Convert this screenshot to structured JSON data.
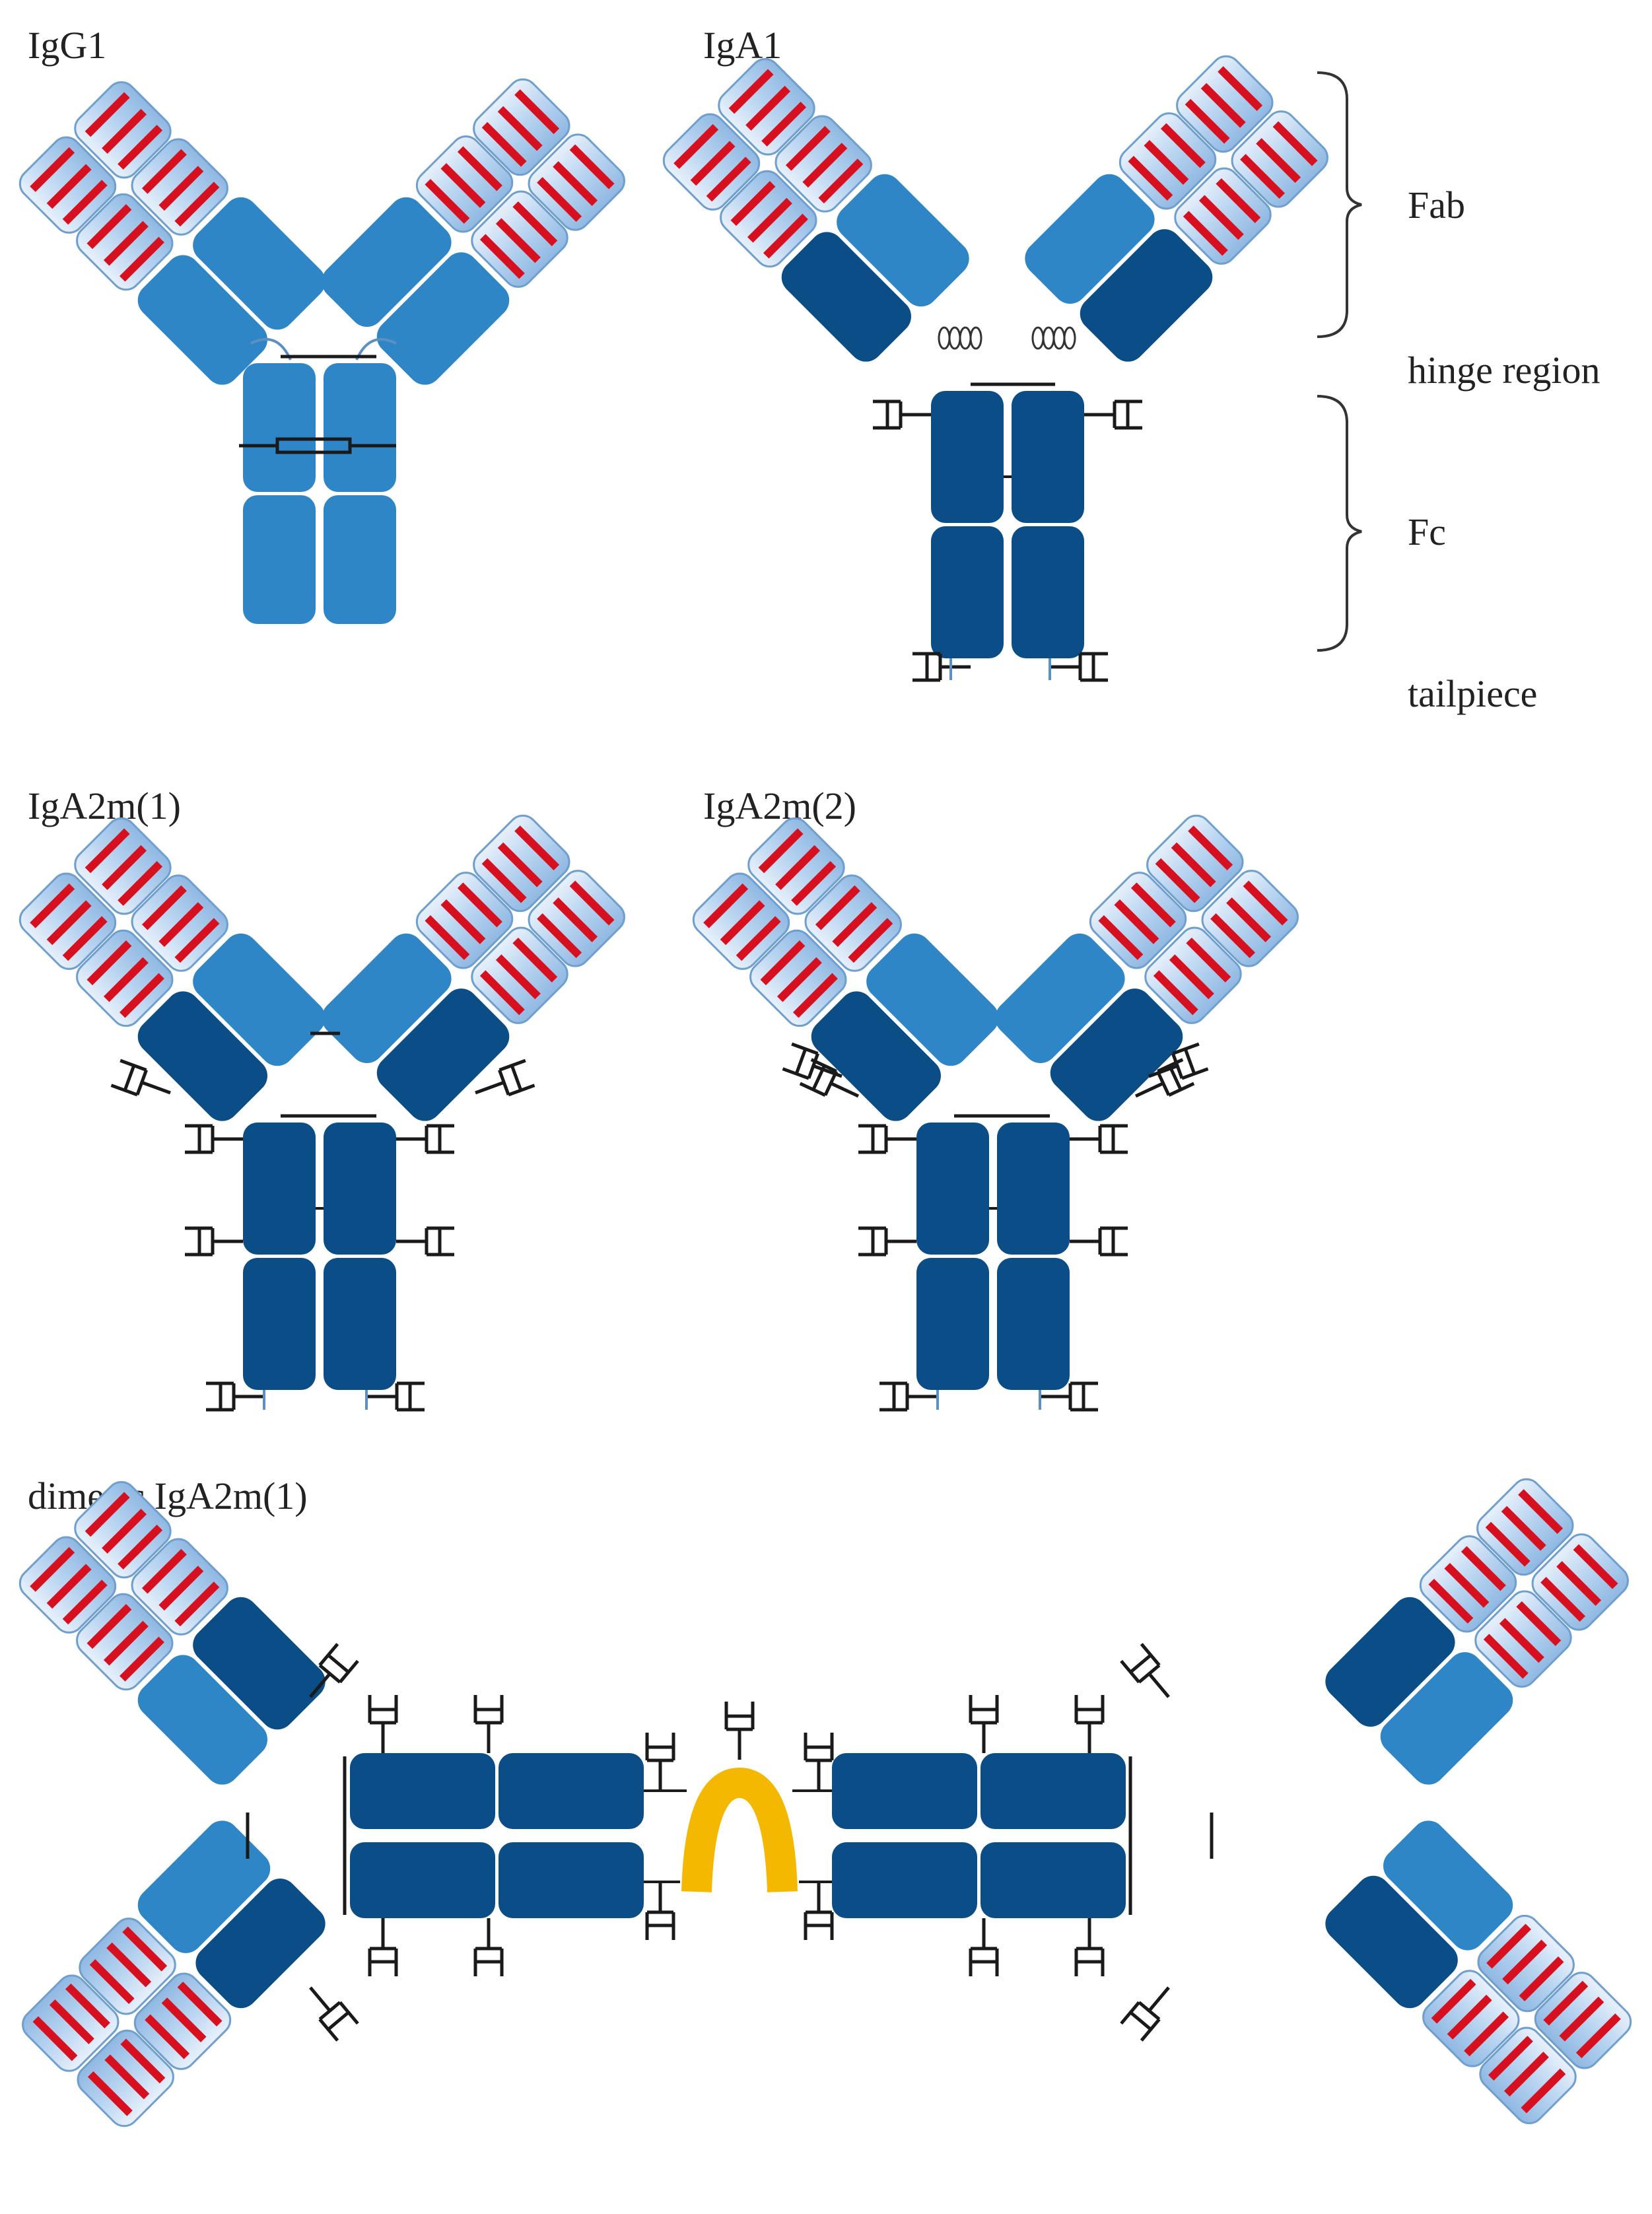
{
  "colors": {
    "fab_variable": "#b7d3f0",
    "fab_variable_edge": "#5c8fc2",
    "cdr_stripe": "#d6101e",
    "constant_light": "#2e86c6",
    "constant_dark": "#0b4d86",
    "hinge_line": "#1a1a1a",
    "j_chain": "#f5b800",
    "bracket": "#333333",
    "label_text": "#222222"
  },
  "panels": {
    "igg1": {
      "title": "IgG1"
    },
    "iga1": {
      "title": "IgA1"
    },
    "iga2m1": {
      "title": "IgA2m(1)"
    },
    "iga2m2": {
      "title": "IgA2m(2)"
    },
    "dimeric": {
      "title": "dimeric IgA2m(1)"
    }
  },
  "annotations": {
    "fab": "Fab",
    "hinge": "hinge region",
    "fc": "Fc",
    "tailpiece": "tailpiece"
  },
  "icons": {
    "glycan": "glycan-fork-icon",
    "hinge_coil": "coil-icon",
    "j_chain": "j-chain-arc-icon"
  }
}
